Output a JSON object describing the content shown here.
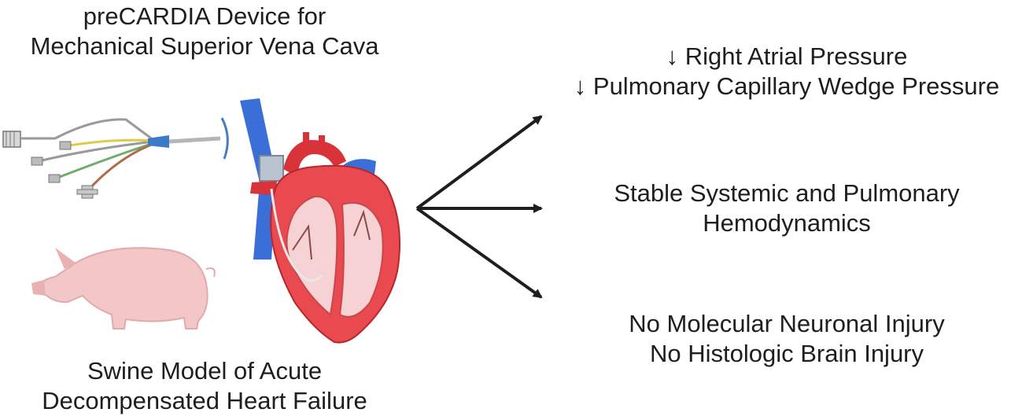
{
  "device": {
    "title_line1": "preCARDIA Device for",
    "title_line2": "Mechanical Superior Vena Cava"
  },
  "model": {
    "title_line1": "Swine Model of Acute",
    "title_line2": "Decompensated Heart Failure"
  },
  "outcomes": [
    {
      "line1": "↓ Right Atrial Pressure",
      "line2": "↓ Pulmonary Capillary Wedge Pressure"
    },
    {
      "line1": "Stable Systemic and Pulmonary",
      "line2": "Hemodynamics"
    },
    {
      "line1": "No Molecular Neuronal Injury",
      "line2": "No Histologic Brain Injury"
    }
  ],
  "colors": {
    "text": "#1e1e1e",
    "arrow": "#1e1e1e",
    "vein_blue": "#3a6fd8",
    "heart_red": "#d9333a",
    "heart_pink": "#f2a5a8",
    "pig_pink": "#f3c6c7"
  },
  "icons": [
    "catheter-device-icon",
    "heart-anatomy-icon",
    "pig-icon",
    "arrow-icon"
  ]
}
